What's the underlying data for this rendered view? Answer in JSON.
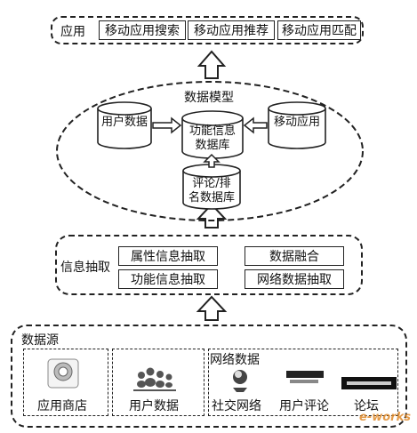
{
  "top": {
    "title": "应用",
    "items": [
      "移动应用搜索",
      "移动应用推荐",
      "移动应用匹配"
    ]
  },
  "model": {
    "title": "数据模型",
    "user_data": "用户数据",
    "function_db_line1": "功能信息",
    "function_db_line2": "数据库",
    "mobile_app": "移动应用",
    "review_db_line1": "评论/排",
    "review_db_line2": "名数据库"
  },
  "extract": {
    "title": "信息抽取",
    "items": [
      "属性信息抽取",
      "数据融合",
      "功能信息抽取",
      "网络数据抽取"
    ]
  },
  "sources": {
    "title": "数据源",
    "app_store": "应用商店",
    "user_data": "用户数据",
    "network_title": "网络数据",
    "social": "社交网络",
    "user_review": "用户评论",
    "forum": "论坛"
  },
  "watermark": "e-works"
}
